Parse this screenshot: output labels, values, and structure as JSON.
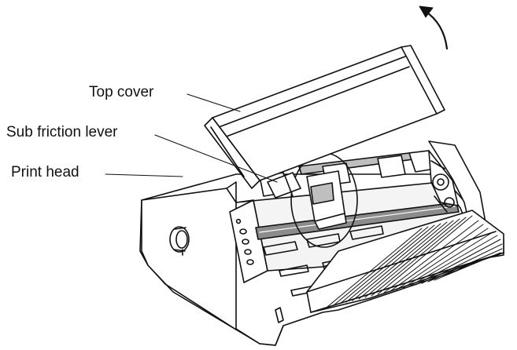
{
  "callouts": {
    "top_cover": "Top cover",
    "sub_friction_lever": "Sub friction lever",
    "print_head": "Print head"
  },
  "colors": {
    "line": "#111111",
    "body_fill": "#ffffff",
    "platen_fill": "#8c8c8c",
    "shade_fill": "#bfbfbf"
  }
}
